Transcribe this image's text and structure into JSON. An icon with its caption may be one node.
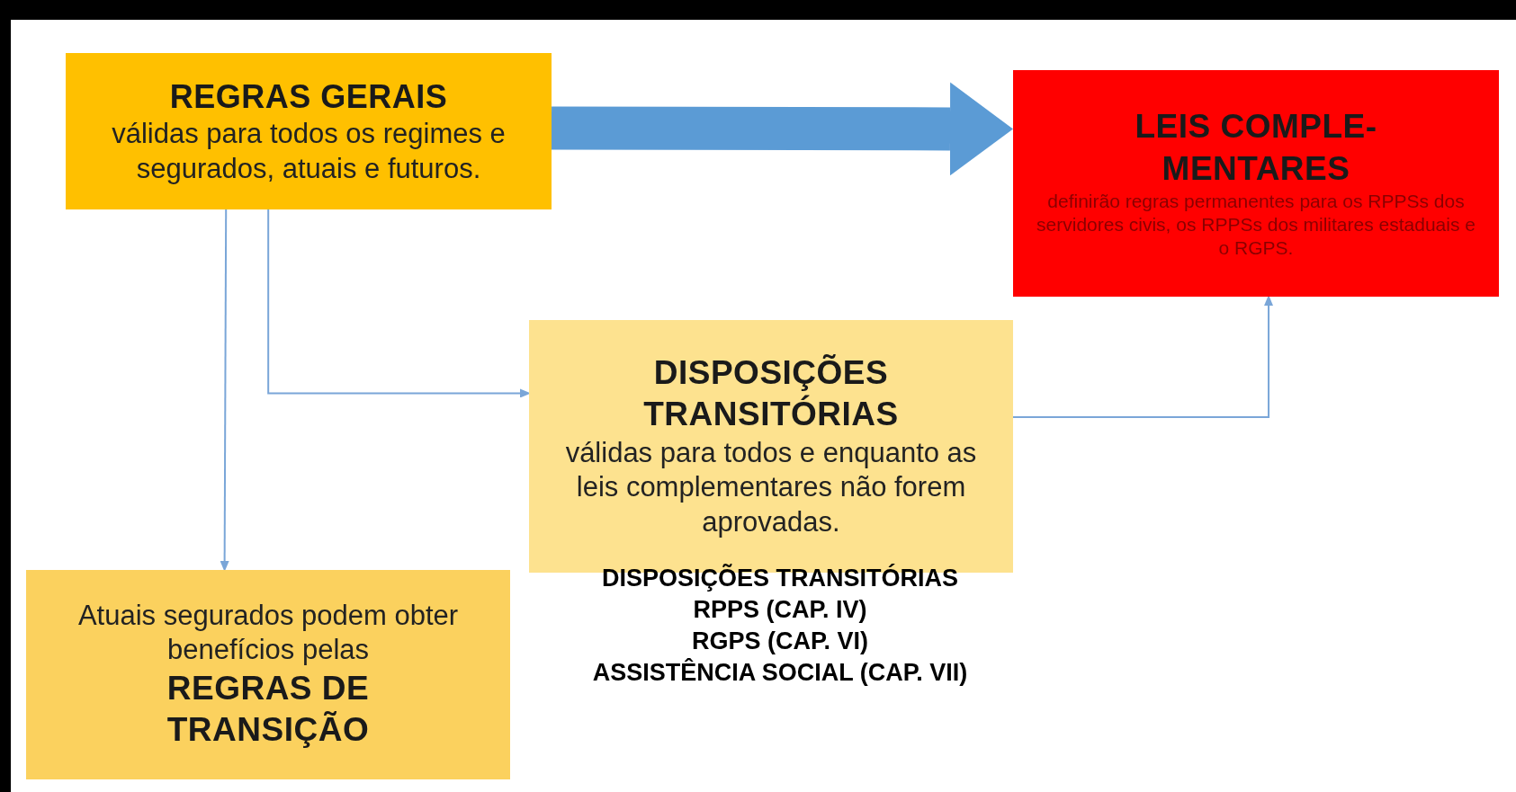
{
  "diagram": {
    "nodes": [
      {
        "text": [
          "REGRAS GERAIS",
          "válidas para todos os regimes e segurados, atuais e futuros."
        ]
      },
      {
        "text": [
          "LEIS COMPLE- MENTARES",
          "definirão regras permanentes para os RPPSs dos servidores civis, os RPPSs dos militares estaduais e o RGPS."
        ]
      },
      {
        "text": [
          "DISPOSIÇÕES TRANSITÓRIAS",
          "válidas para todos e enquanto as leis complementares não forem aprovadas."
        ]
      },
      {
        "text": [
          "Atuais segurados podem obter benefícios pelas",
          "REGRAS DE TRANSIÇÃO"
        ]
      }
    ],
    "edges": [
      {
        "from": 0,
        "to": 1,
        "arrow": "to",
        "style": "thick"
      },
      {
        "from": 0,
        "to": 3,
        "arrow": "to"
      },
      {
        "from": 0,
        "to": 2,
        "arrow": "to"
      },
      {
        "from": 2,
        "to": 1,
        "arrow": "to"
      }
    ],
    "labels": [
      "DISPOSIÇÕES TRANSITÓRIAS",
      "RPPS (CAP. IV)",
      "RGPS (CAP. VI)",
      "ASSISTÊNCIA SOCIAL (CAP. VII)"
    ]
  }
}
